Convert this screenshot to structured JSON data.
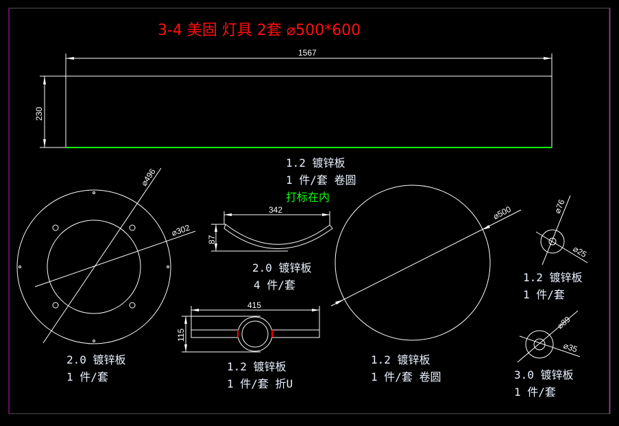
{
  "title": "3-4 美固 灯具 2套 ⌀500*600",
  "colors": {
    "background": "#000000",
    "title": "#ff1010",
    "lines": "#ffffff",
    "marker": "#10ff10",
    "frame": "#c020c0",
    "cut_mark": "#ff0000"
  },
  "strip": {
    "length": "1567",
    "height": "230",
    "note": {
      "line1": "1.2 镀锌板",
      "line2": "1 件/套 卷圆",
      "line3": "打标在内"
    }
  },
  "ring": {
    "outer": "⌀496",
    "inner": "⌀302",
    "note": {
      "line1": "2.0 镀锌板",
      "line2": "1 件/套"
    }
  },
  "arc": {
    "width": "342",
    "height": "87",
    "note": {
      "line1": "2.0 镀锌板",
      "line2": "4 件/套"
    }
  },
  "u_bracket": {
    "width": "415",
    "height": "115",
    "note": {
      "line1": "1.2 镀锌板",
      "line2": "1 件/套 折U"
    }
  },
  "disc": {
    "diameter": "⌀500",
    "note": {
      "line1": "1.2 镀锌板",
      "line2": "1 件/套 卷圆"
    }
  },
  "washer_small": {
    "outer": "⌀76",
    "inner": "⌀25",
    "note": {
      "line1": "1.2 镀锌板",
      "line2": "1 件/套"
    }
  },
  "washer_large": {
    "outer": "⌀89",
    "inner": "⌀35",
    "note": {
      "line1": "3.0 镀锌板",
      "line2": "1 件/套"
    }
  }
}
